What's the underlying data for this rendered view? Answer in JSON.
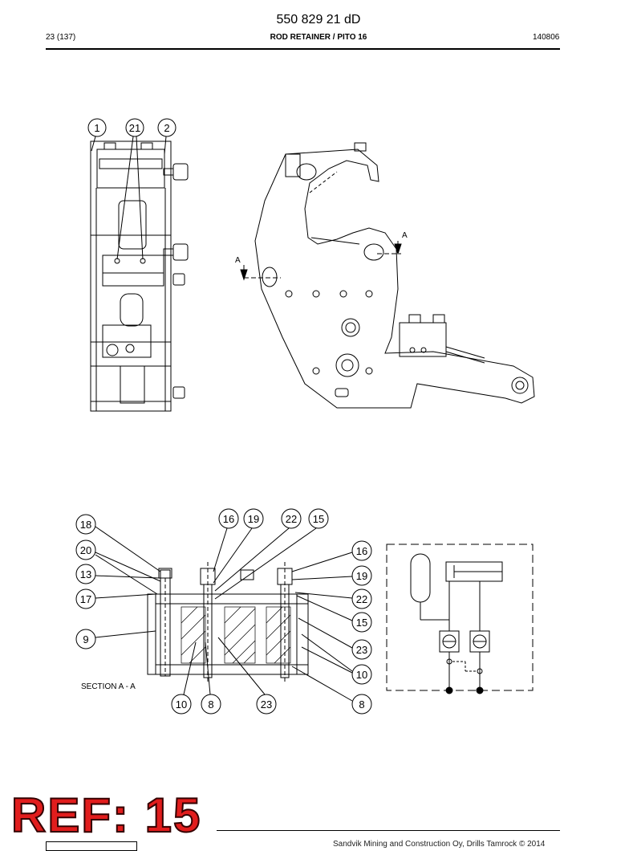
{
  "header": {
    "doc_number": "550 829 21 dD",
    "page": "23 (137)",
    "title": "ROD RETAINER / PITO 16",
    "date_code": "140806"
  },
  "figure_top": {
    "callouts": [
      "1",
      "21",
      "2"
    ],
    "section_mark": "A"
  },
  "figure_bottom": {
    "section_label": "SECTION A - A",
    "callouts_left": [
      "18",
      "20",
      "13",
      "17",
      "9"
    ],
    "callouts_top": [
      "16",
      "19",
      "22",
      "15"
    ],
    "callouts_right": [
      "16",
      "19",
      "22",
      "15",
      "23",
      "10",
      "8"
    ],
    "callouts_bottom": [
      "10",
      "8",
      "23"
    ]
  },
  "stamp": "REF: 15",
  "footer": {
    "copyright": "Sandvik Mining and Construction Oy, Drills Tamrock © 2014"
  },
  "colors": {
    "stamp_red": "#e11d1d",
    "line": "#000000"
  }
}
